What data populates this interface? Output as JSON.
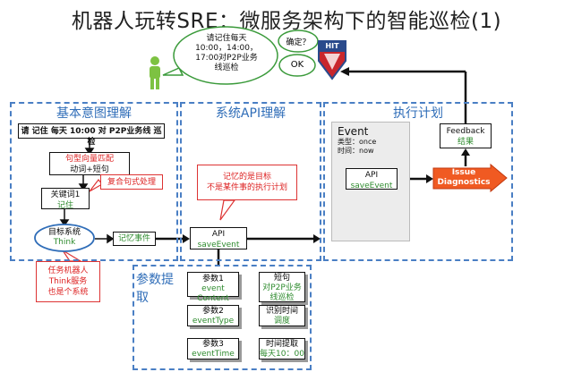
{
  "title": "机器人玩转SRE：微服务架构下的智能巡检(1)",
  "speech": {
    "user_line1": "请记住每天",
    "user_line2": "10:00，14:00，",
    "user_line3": "17:00对P2P业务",
    "user_line4": "线巡检",
    "confirm": "确定？",
    "ok": "OK"
  },
  "logo_text": "HIT",
  "panels": {
    "intent": "基本意图理解",
    "api": "系统API理解",
    "exec": "执行计划",
    "params": "参数提取"
  },
  "intent": {
    "sentence": "请 记住 每天 10:00 对 P2P业务线 巡检",
    "pattern_line1": "句型向量匹配",
    "pattern_line2": "动词+短句",
    "keyword_label": "关键词1",
    "keyword_value": "记住",
    "compound_note": "复合句式处理",
    "target_label": "目标系统",
    "target_value": "Think",
    "memory_event": "记忆事件",
    "robot_note_line1": "任务机器人",
    "robot_note_line2": "Think服务",
    "robot_note_line3": "也是个系统"
  },
  "api": {
    "note_line1": "记忆的是目标",
    "note_line2": "不是某件事的执行计划",
    "label": "API",
    "value": "saveEvent"
  },
  "exec": {
    "event_title": "Event",
    "type_line": "类型：once",
    "time_line": "时间：now",
    "api_label": "API",
    "api_value": "saveEvent",
    "issue_line1": "Issue",
    "issue_line2": "Diagnostics",
    "feedback_label": "Feedback",
    "feedback_value": "结果"
  },
  "params": [
    {
      "label": "参数1",
      "key_line1": "event",
      "key_line2": "Content",
      "result_label": "短句",
      "result_line1": "对P2P业务",
      "result_line2": "线巡检"
    },
    {
      "label": "参数2",
      "key_line1": "eventType",
      "key_line2": "",
      "result_label": "识别时间",
      "result_line1": "调度",
      "result_line2": ""
    },
    {
      "label": "参数3",
      "key_line1": "eventTime",
      "key_line2": "",
      "result_label": "时间提取",
      "result_line1": "每天10：00",
      "result_line2": ""
    }
  ],
  "colors": {
    "panel": "#4a7fc4",
    "green": "#2e8b2e",
    "red": "#dd2222",
    "issue": "#f05a22",
    "person": "#7dc242"
  }
}
